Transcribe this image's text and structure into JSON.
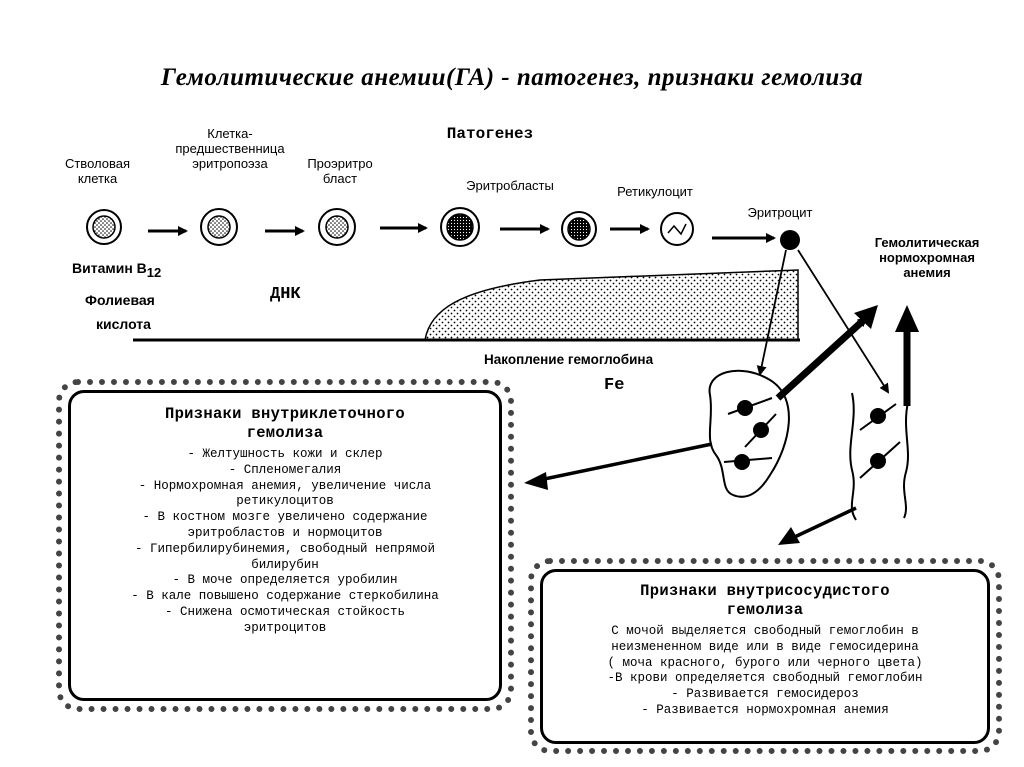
{
  "title": "Гемолитические анемии(ГА) - патогенез, признаки гемолиза",
  "pathogenesis_label": "Патогенез",
  "stages": {
    "stem_cell": [
      "Стволовая",
      "клетка"
    ],
    "progenitor": [
      "Клетка-",
      "предшественница",
      "эритропоэза"
    ],
    "proerythroblast": [
      "Проэритро",
      "бласт"
    ],
    "erythroblasts": "Эритробласты",
    "reticulocyte": "Ретикулоцит",
    "erythrocyte": "Эритроцит"
  },
  "factors": {
    "vitamin": "Витамин B",
    "vitamin_sub": "12",
    "folic_1": "Фолиевая",
    "folic_2": "кислота",
    "dna": "ДНК"
  },
  "hemoglobin_label": "Накопление гемоглобина",
  "fe_label": "Fe",
  "anemia_label": [
    "Гемолитическая",
    "нормохромная",
    "анемия"
  ],
  "intracellular": {
    "title": [
      "Признаки внутриклеточного",
      "гемолиза"
    ],
    "items": [
      "- Желтушность кожи и склер",
      "- Спленомегалия",
      "- Нормохромная анемия, увеличение числа",
      "ретикулоцитов",
      "- В костном мозге увеличено содержание",
      "эритробластов и нормоцитов",
      "- Гипербилирубинемия, свободный непрямой",
      "билирубин",
      "- В моче определяется уробилин",
      "- В кале повышено содержание стеркобилина",
      "- Снижена осмотическая стойкость",
      "эритроцитов"
    ]
  },
  "intravascular": {
    "title": [
      "Признаки внутрисосудистого",
      "гемолиза"
    ],
    "items": [
      "С мочой выделяется свободный гемоглобин в",
      "неизмененном виде или в виде гемосидерина",
      "( моча красного, бурого или черного цвета)",
      "-В крови определяется свободный гемоглобин",
      "- Развивается гемосидероз",
      "- Развивается нормохромная анемия"
    ]
  }
}
